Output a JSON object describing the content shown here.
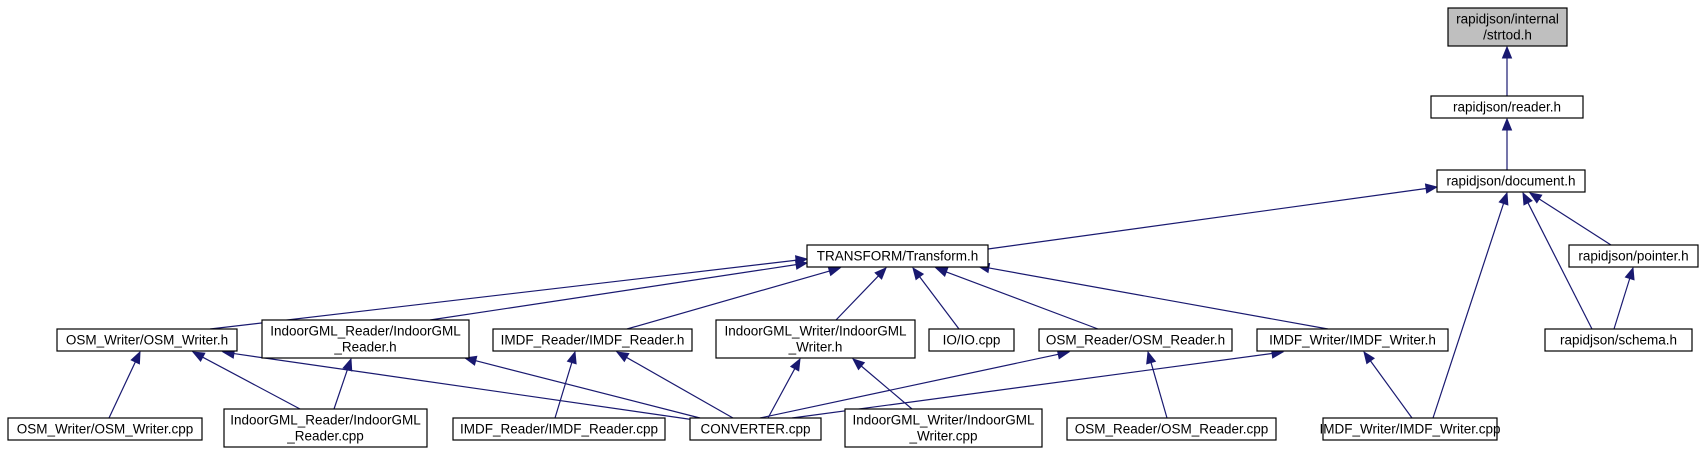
{
  "diagram": {
    "nodes": [
      {
        "id": "strtod",
        "lines": [
          "rapidjson/internal",
          "/strtod.h"
        ],
        "highlighted": true
      },
      {
        "id": "reader",
        "lines": [
          "rapidjson/reader.h"
        ]
      },
      {
        "id": "document",
        "lines": [
          "rapidjson/document.h"
        ]
      },
      {
        "id": "transform",
        "lines": [
          "TRANSFORM/Transform.h"
        ]
      },
      {
        "id": "pointer",
        "lines": [
          "rapidjson/pointer.h"
        ]
      },
      {
        "id": "schema",
        "lines": [
          "rapidjson/schema.h"
        ]
      },
      {
        "id": "osm_writer_h",
        "lines": [
          "OSM_Writer/OSM_Writer.h"
        ]
      },
      {
        "id": "igml_reader_h",
        "lines": [
          "IndoorGML_Reader/IndoorGML",
          "_Reader.h"
        ]
      },
      {
        "id": "imdf_reader_h",
        "lines": [
          "IMDF_Reader/IMDF_Reader.h"
        ]
      },
      {
        "id": "igml_writer_h",
        "lines": [
          "IndoorGML_Writer/IndoorGML",
          "_Writer.h"
        ]
      },
      {
        "id": "io_cpp",
        "lines": [
          "IO/IO.cpp"
        ]
      },
      {
        "id": "osm_reader_h",
        "lines": [
          "OSM_Reader/OSM_Reader.h"
        ]
      },
      {
        "id": "imdf_writer_h",
        "lines": [
          "IMDF_Writer/IMDF_Writer.h"
        ]
      },
      {
        "id": "osm_writer_cpp",
        "lines": [
          "OSM_Writer/OSM_Writer.cpp"
        ]
      },
      {
        "id": "igml_reader_cpp",
        "lines": [
          "IndoorGML_Reader/IndoorGML",
          "_Reader.cpp"
        ]
      },
      {
        "id": "imdf_reader_cpp",
        "lines": [
          "IMDF_Reader/IMDF_Reader.cpp"
        ]
      },
      {
        "id": "converter",
        "lines": [
          "CONVERTER.cpp"
        ]
      },
      {
        "id": "igml_writer_cpp",
        "lines": [
          "IndoorGML_Writer/IndoorGML",
          "_Writer.cpp"
        ]
      },
      {
        "id": "osm_reader_cpp",
        "lines": [
          "OSM_Reader/OSM_Reader.cpp"
        ]
      },
      {
        "id": "imdf_writer_cpp",
        "lines": [
          "IMDF_Writer/IMDF_Writer.cpp"
        ]
      }
    ],
    "edges": [
      {
        "from": "reader",
        "to": "strtod"
      },
      {
        "from": "document",
        "to": "reader"
      },
      {
        "from": "transform",
        "to": "document"
      },
      {
        "from": "pointer",
        "to": "document"
      },
      {
        "from": "schema",
        "to": "document"
      },
      {
        "from": "imdf_writer_cpp",
        "to": "document"
      },
      {
        "from": "schema",
        "to": "pointer"
      },
      {
        "from": "osm_writer_h",
        "to": "transform"
      },
      {
        "from": "igml_reader_h",
        "to": "transform"
      },
      {
        "from": "imdf_reader_h",
        "to": "transform"
      },
      {
        "from": "igml_writer_h",
        "to": "transform"
      },
      {
        "from": "io_cpp",
        "to": "transform"
      },
      {
        "from": "osm_reader_h",
        "to": "transform"
      },
      {
        "from": "imdf_writer_h",
        "to": "transform"
      },
      {
        "from": "osm_writer_cpp",
        "to": "osm_writer_h"
      },
      {
        "from": "igml_reader_cpp",
        "to": "osm_writer_h"
      },
      {
        "from": "converter",
        "to": "osm_writer_h"
      },
      {
        "from": "igml_reader_cpp",
        "to": "igml_reader_h"
      },
      {
        "from": "converter",
        "to": "igml_reader_h"
      },
      {
        "from": "imdf_reader_cpp",
        "to": "imdf_reader_h"
      },
      {
        "from": "converter",
        "to": "imdf_reader_h"
      },
      {
        "from": "converter",
        "to": "igml_writer_h"
      },
      {
        "from": "igml_writer_cpp",
        "to": "igml_writer_h"
      },
      {
        "from": "converter",
        "to": "osm_reader_h"
      },
      {
        "from": "osm_reader_cpp",
        "to": "osm_reader_h"
      },
      {
        "from": "converter",
        "to": "imdf_writer_h"
      },
      {
        "from": "imdf_writer_cpp",
        "to": "imdf_writer_h"
      }
    ],
    "colors": {
      "edge": "#191970",
      "node_fill": "#ffffff",
      "node_stroke": "#000000",
      "highlight_fill": "#bfbfbf"
    }
  }
}
